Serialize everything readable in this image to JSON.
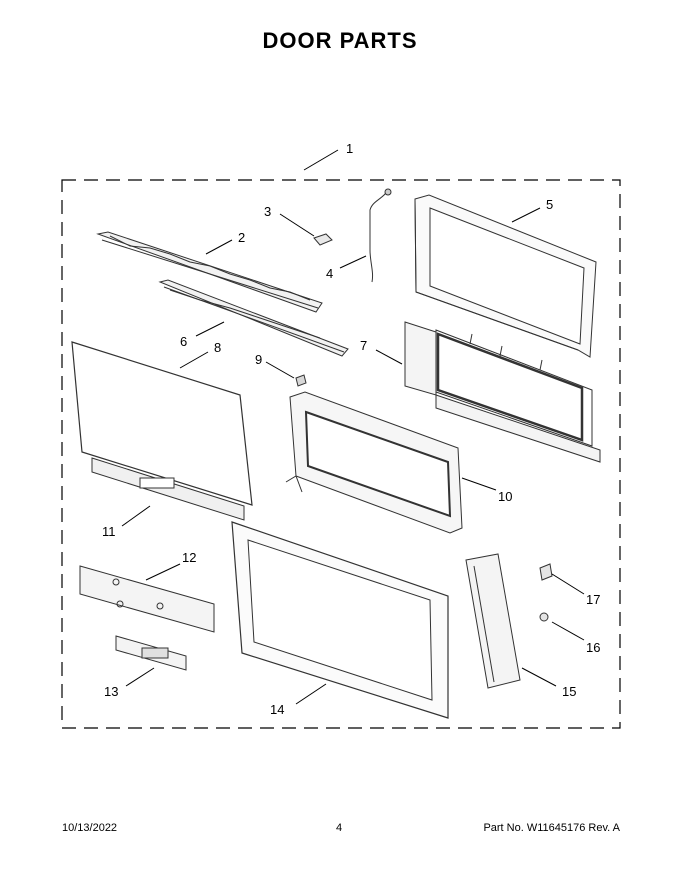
{
  "title": "DOOR PARTS",
  "callouts": {
    "p1": "1",
    "p2": "2",
    "p3": "3",
    "p4": "4",
    "p5": "5",
    "p6": "6",
    "p7": "7",
    "p8": "8",
    "p9": "9",
    "p10": "10",
    "p11": "11",
    "p12": "12",
    "p13": "13",
    "p14": "14",
    "p15": "15",
    "p16": "16",
    "p17": "17"
  },
  "footer": {
    "date": "10/13/2022",
    "page": "4",
    "part_number": "Part No.  W11645176  Rev.  A"
  }
}
